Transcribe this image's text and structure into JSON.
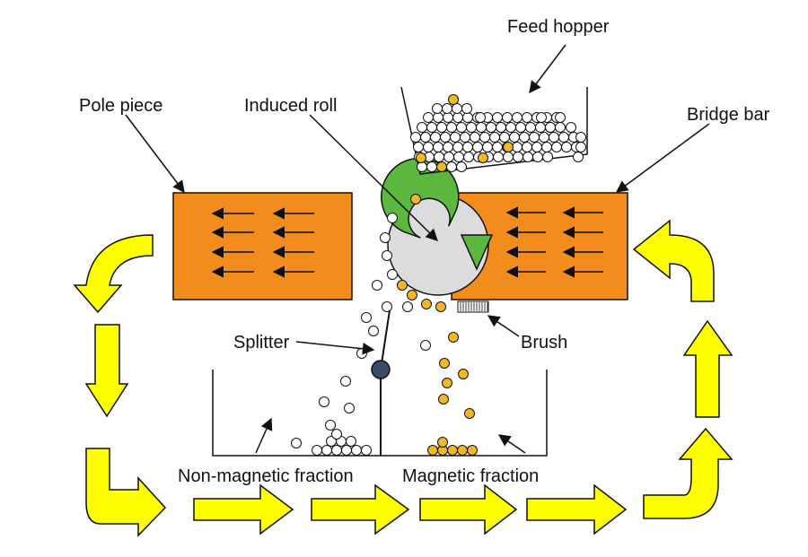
{
  "labels": {
    "feed_hopper": "Feed hopper",
    "pole_piece": "Pole piece",
    "induced_roll": "Induced roll",
    "bridge_bar": "Bridge bar",
    "splitter": "Splitter",
    "brush": "Brush",
    "non_magnetic_fraction": "Non-magnetic fraction",
    "magnetic_fraction": "Magnetic fraction"
  },
  "colors": {
    "magnet_fill": "#f28c1c",
    "arrow_fill": "#ffff00",
    "roll_green": "#5cb83c",
    "roll_grey": "#dcdcdc",
    "magnetic_particle": "#f2b824",
    "nonmagnetic_particle": "#ffffff",
    "splitter": "#3c4a6a",
    "outline": "#111111"
  },
  "icons": {
    "field_arrow": "left-arrow-icon",
    "roll_rotation": "clockwise-rotation-icon",
    "flow_arrows": "circuit-flow-arrow-icon"
  }
}
